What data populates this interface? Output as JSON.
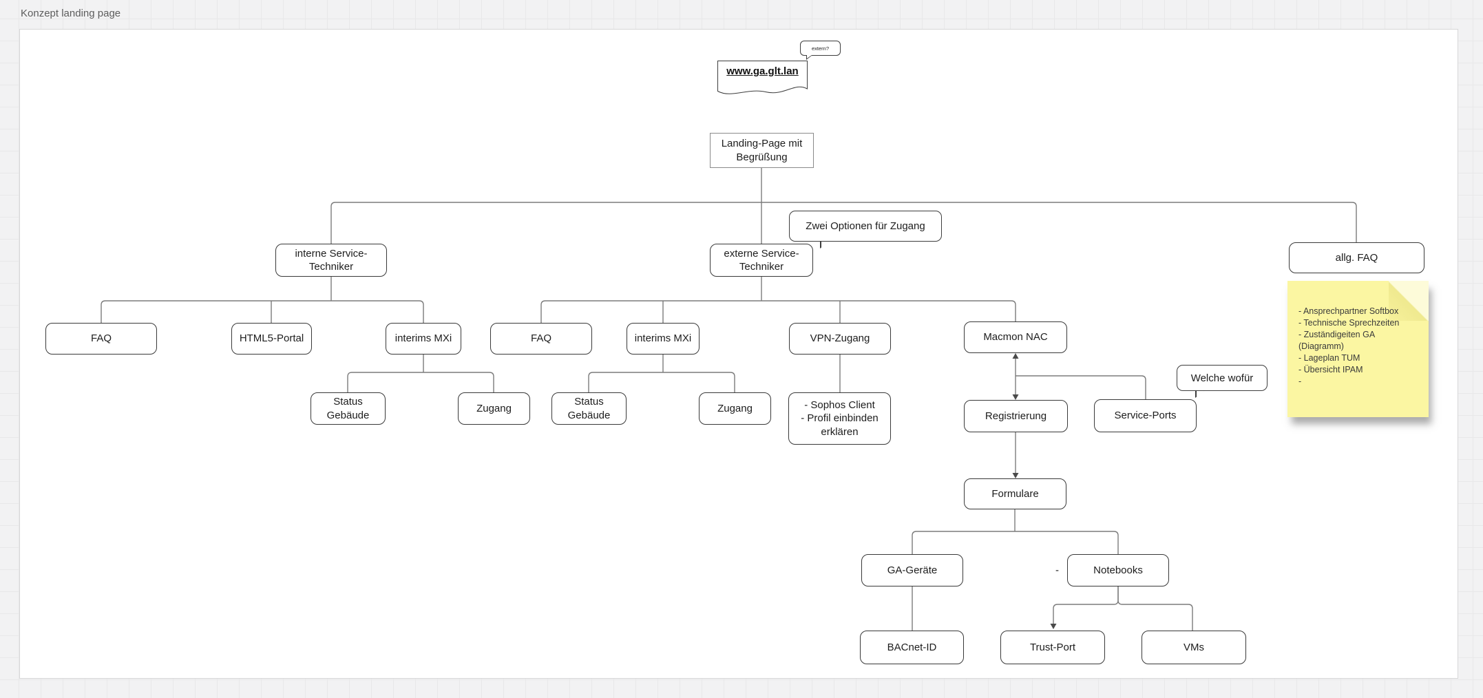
{
  "page": {
    "title": "Konzept landing page"
  },
  "diagram": {
    "url_note": "www.ga.glt.lan",
    "callouts": {
      "extern": "extern?",
      "zwei_optionen": "Zwei Optionen für Zugang",
      "welche_wofuer": "Welche wofür"
    },
    "nodes": {
      "landing": "Landing-Page mit\nBegrüßung",
      "interne": "interne Service-\nTechniker",
      "externe": "externe Service-\nTechniker",
      "allg_faq": "allg. FAQ",
      "faq_intern": "FAQ",
      "html5_portal": "HTML5-Portal",
      "interims_mxi_intern": "interims MXi",
      "faq_extern": "FAQ",
      "interims_mxi_extern": "interims MXi",
      "vpn_zugang": "VPN-Zugang",
      "macmon_nac": "Macmon NAC",
      "status_gebaeude_intern": "Status\nGebäude",
      "zugang_intern": "Zugang",
      "status_gebaeude_extern": "Status\nGebäude",
      "zugang_extern": "Zugang",
      "sophos": "- Sophos Client\n- Profil einbinden\nerklären",
      "registrierung": "Registrierung",
      "service_ports": "Service-Ports",
      "formulare": "Formulare",
      "ga_geraete": "GA-Geräte",
      "notebooks": "Notebooks",
      "stray_dash": "-",
      "bacnet_id": "BACnet-ID",
      "trust_port": "Trust-Port",
      "vms": "VMs"
    },
    "sticky_note": "- Ansprechpartner Softbox\n- Technische Sprechzeiten\n- Zuständigeiten GA\n(Diagramm)\n- Lageplan TUM\n- Übersicht IPAM\n-",
    "colors": {
      "note_bg": "#fbf6a2",
      "connector": "#7b7b7b",
      "node_border": "#383838",
      "canvas_bg": "#ffffff",
      "workspace_bg": "#f2f2f3"
    }
  }
}
